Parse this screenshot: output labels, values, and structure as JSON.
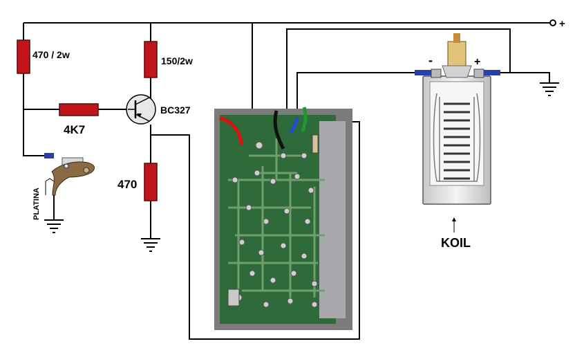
{
  "supply": {
    "plus_symbol": "+"
  },
  "components": {
    "r_top_left": {
      "label": "470 / 2w"
    },
    "r_collector": {
      "label": "150/2w"
    },
    "r_base": {
      "label": "4K7"
    },
    "r_emitter": {
      "label": "470"
    },
    "transistor": {
      "label": "BC327"
    },
    "breaker": {
      "label": "PLATINA"
    },
    "coil": {
      "label": "KOIL",
      "minus_symbol": "-",
      "plus_symbol": "+"
    }
  },
  "colors": {
    "resistor": "#c0161a",
    "wire": "#000000",
    "pcb_green": "#2f6b3a",
    "connector_blue": "#2b3fa8",
    "plus_mark": "#b01515"
  }
}
